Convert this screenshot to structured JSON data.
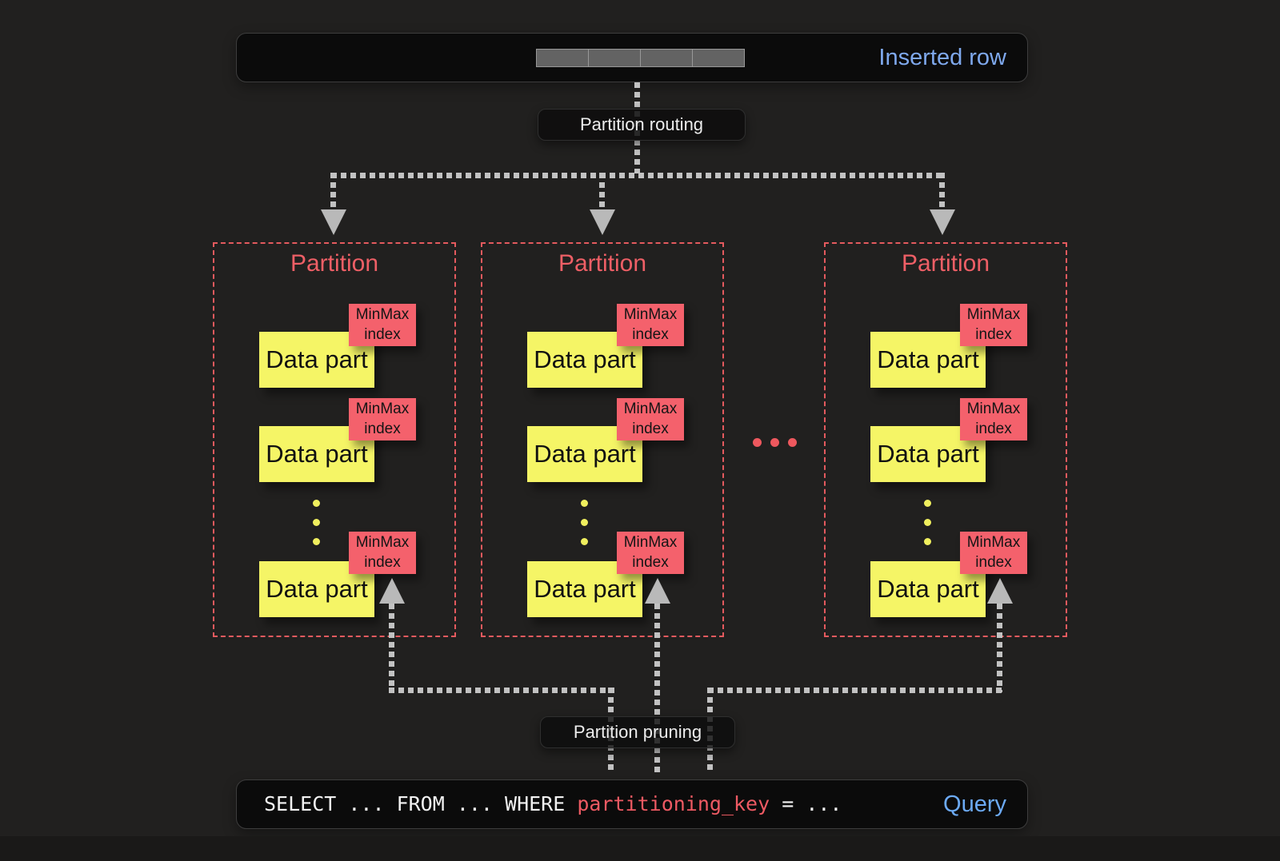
{
  "inserted_row": {
    "label": "Inserted row",
    "cell_count": 4
  },
  "routing": {
    "label": "Partition routing"
  },
  "pruning": {
    "label": "Partition pruning"
  },
  "partitions": [
    {
      "title": "Partition",
      "parts": [
        {
          "label": "Data part",
          "index": "MinMax index"
        },
        {
          "label": "Data part",
          "index": "MinMax index"
        },
        {
          "label": "Data part",
          "index": "MinMax index"
        }
      ]
    },
    {
      "title": "Partition",
      "parts": [
        {
          "label": "Data part",
          "index": "MinMax index"
        },
        {
          "label": "Data part",
          "index": "MinMax index"
        },
        {
          "label": "Data part",
          "index": "MinMax index"
        }
      ]
    },
    {
      "title": "Partition",
      "parts": [
        {
          "label": "Data part",
          "index": "MinMax index"
        },
        {
          "label": "Data part",
          "index": "MinMax index"
        },
        {
          "label": "Data part",
          "index": "MinMax index"
        }
      ]
    }
  ],
  "query": {
    "sql_prefix": "SELECT ... FROM ... WHERE ",
    "sql_key": "partitioning_key",
    "sql_suffix": " = ...",
    "label": "Query"
  },
  "colors": {
    "background": "#21201f",
    "box_bg": "#0b0b0b",
    "partition_red": "#ee5f66",
    "minmax_bg": "#f4616c",
    "datapart_bg": "#f5f566",
    "line_gray": "#c2c2c2",
    "blue_label": "#7fa9ee",
    "sql_key_red": "#ee5a63"
  }
}
